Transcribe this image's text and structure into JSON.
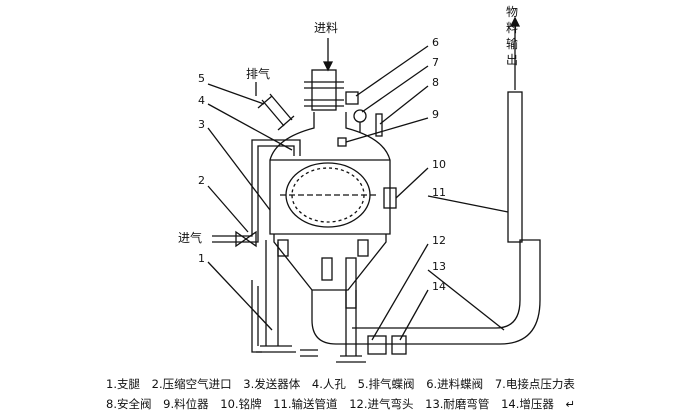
{
  "labels": {
    "feed_in": "进料",
    "exhaust": "排气",
    "air_in": "进气",
    "output": [
      "物",
      "料",
      "输",
      "出"
    ]
  },
  "callouts": [
    "1",
    "2",
    "3",
    "4",
    "5",
    "6",
    "7",
    "8",
    "9",
    "10",
    "11",
    "12",
    "13",
    "14"
  ],
  "legend": {
    "row1": [
      "1.支腿",
      "2.压缩空气进口",
      "3.发送器体",
      "4.人孔",
      "5.排气蝶阀",
      "6.进料蝶阀",
      "7.电接点压力表"
    ],
    "row2": [
      "8.安全阀",
      "9.料位器",
      "10.铭牌",
      "11.输送管道",
      "12.进气弯头",
      "13.耐磨弯管",
      "14.增压器"
    ],
    "end_mark": "↵"
  }
}
